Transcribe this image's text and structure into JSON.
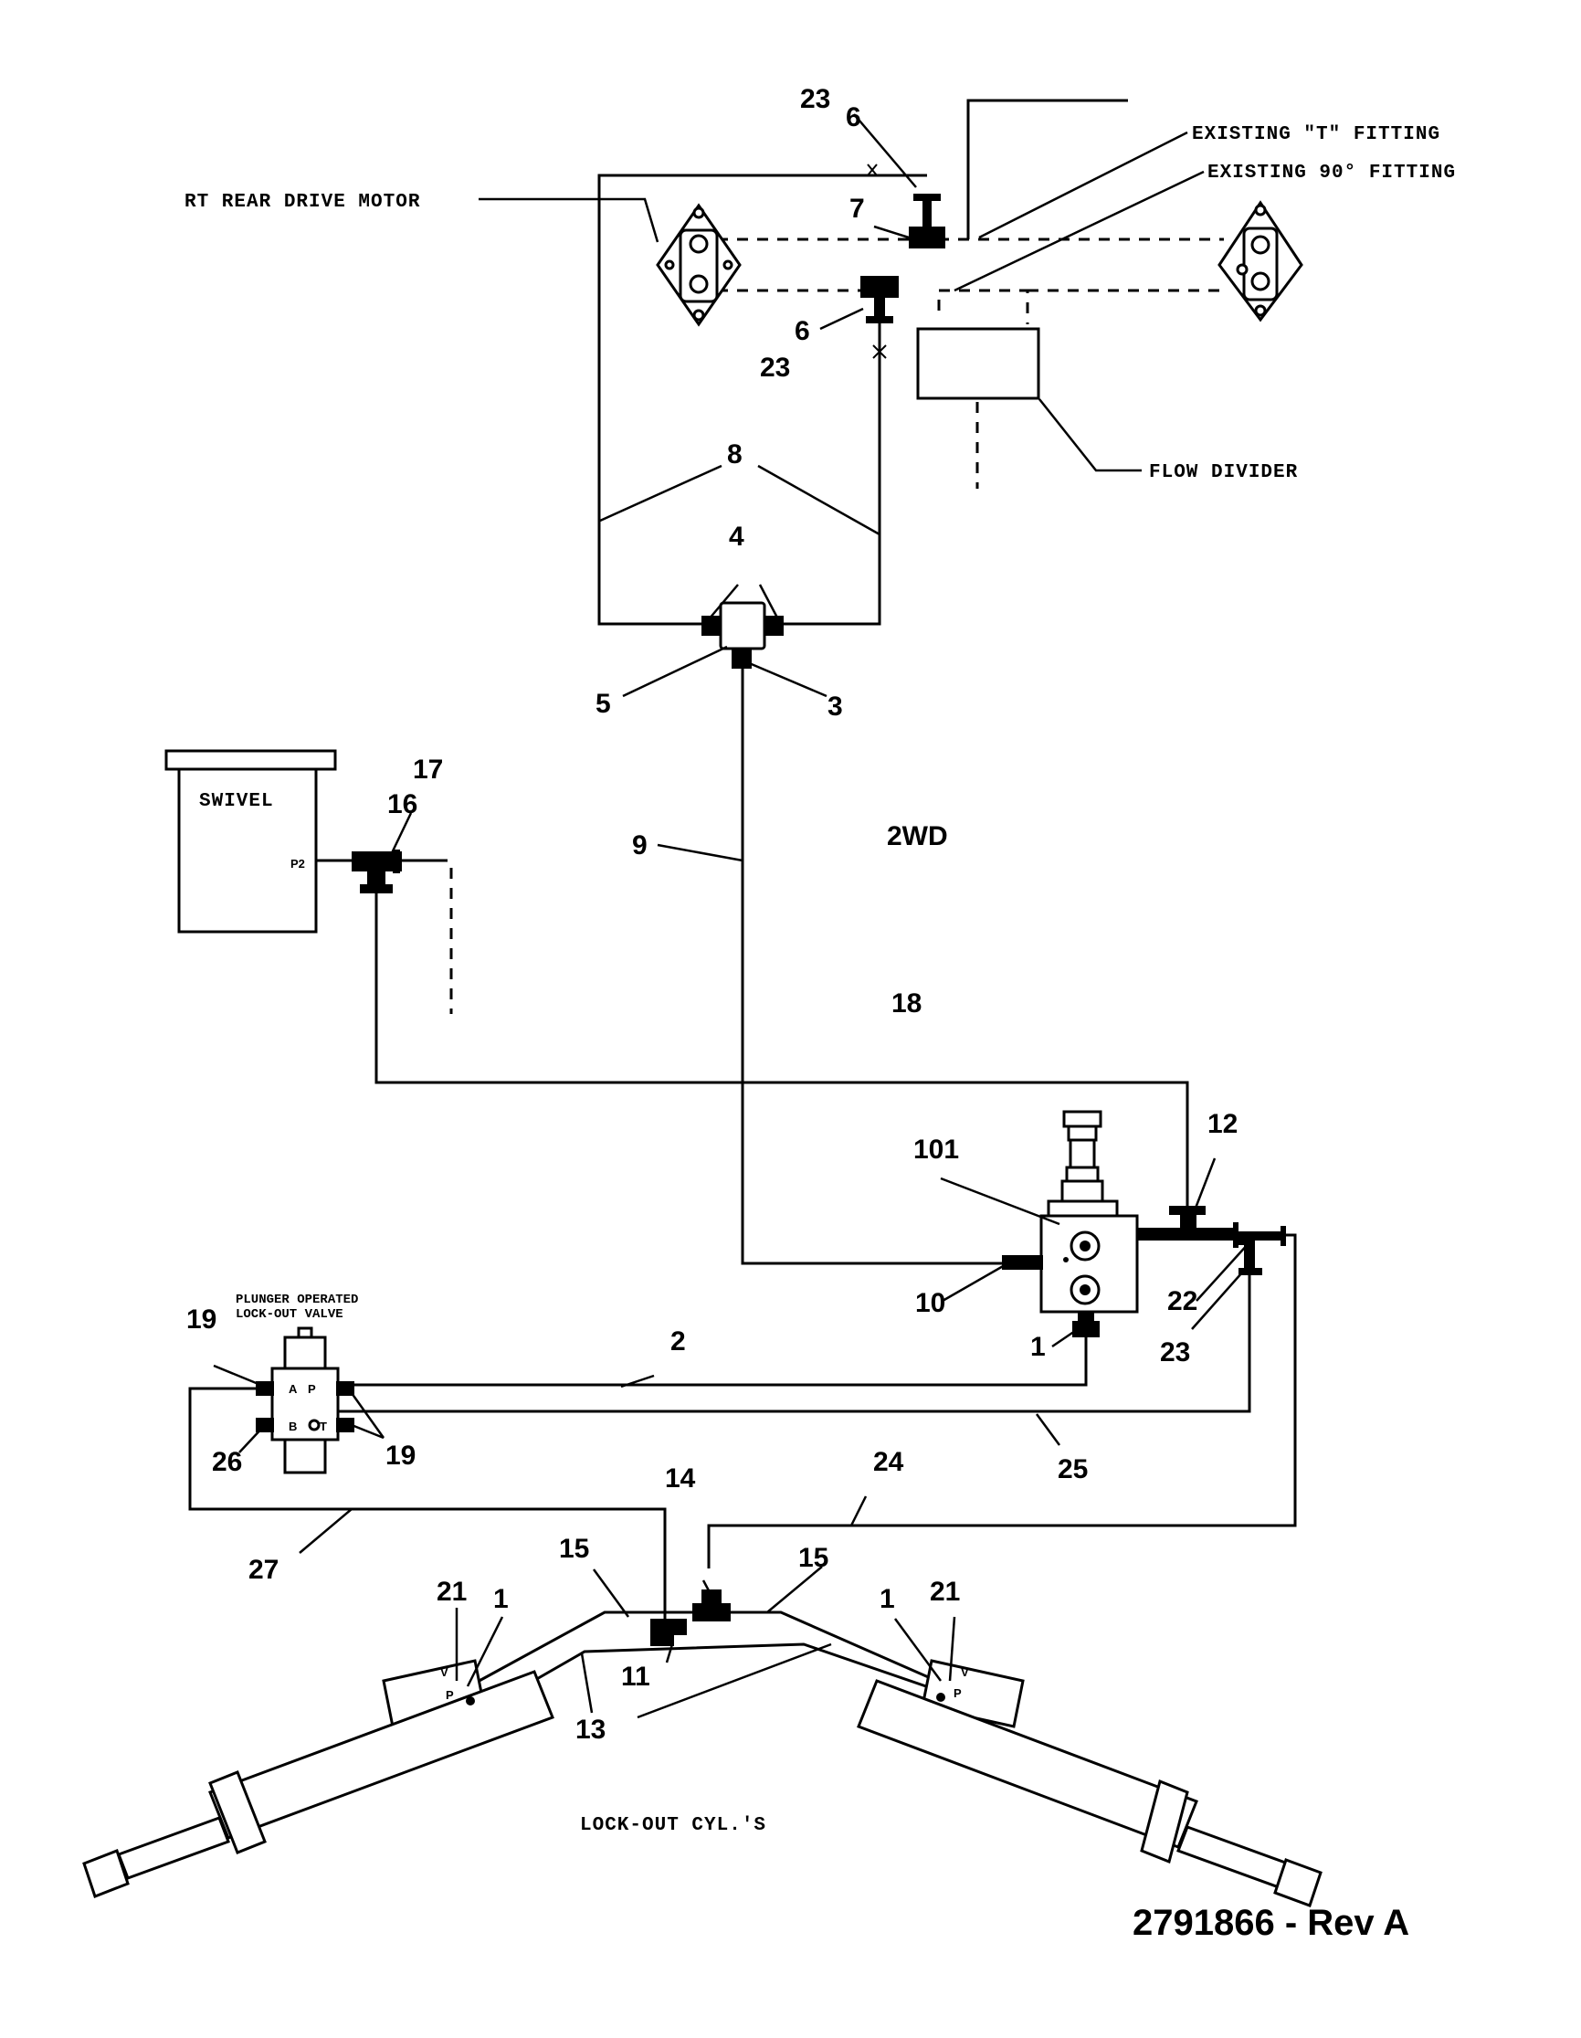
{
  "labels": {
    "rt_rear_drive_motor": "RT REAR DRIVE MOTOR",
    "existing_t_fitting": "EXISTING \"T\" FITTING",
    "existing_90_fitting": "EXISTING 90° FITTING",
    "flow_divider": "FLOW DIVIDER",
    "swivel": "SWIVEL",
    "swivel_port": "P2",
    "mode": "2WD",
    "lockout_valve_line1": "PLUNGER OPERATED",
    "lockout_valve_line2": "LOCK-OUT VALVE",
    "lockout_cylinders": "LOCK-OUT CYL.'S",
    "document_number": "2791866 - Rev A"
  },
  "valve_ports": {
    "a": "A",
    "p": "P",
    "b": "B",
    "t": "T"
  },
  "cylinder_ports": {
    "v": "V",
    "p": "P"
  },
  "callouts": {
    "c23_top": "23",
    "c6_top": "6",
    "c7": "7",
    "c6_mid": "6",
    "c23_mid": "23",
    "c8": "8",
    "c4": "4",
    "c5": "5",
    "c3": "3",
    "c17": "17",
    "c16": "16",
    "c9": "9",
    "c18": "18",
    "c101": "101",
    "c12": "12",
    "c10": "10",
    "c22": "22",
    "c1_valve": "1",
    "c23_bottom": "23",
    "c19_top": "19",
    "c2": "2",
    "c26": "26",
    "c19_bottom": "19",
    "c25": "25",
    "c14": "14",
    "c24": "24",
    "c27": "27",
    "c15_left": "15",
    "c15_right": "15",
    "c21_left": "21",
    "c1_left": "1",
    "c1_right": "1",
    "c21_right": "21",
    "c11": "11",
    "c13": "13"
  }
}
